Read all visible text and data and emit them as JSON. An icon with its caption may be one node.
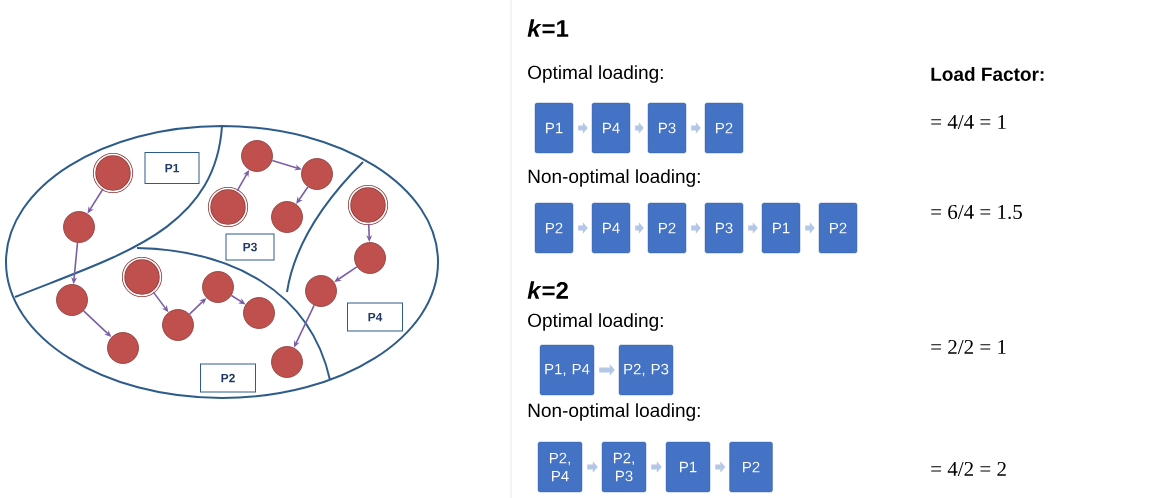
{
  "diagram": {
    "nodes": [
      {
        "text": [
          "P1"
        ]
      },
      {
        "text": [
          "P3"
        ]
      },
      {
        "text": [
          "P4"
        ]
      },
      {
        "text": [
          "P2"
        ]
      },
      {
        "text": [],
        "shape": "double-circle"
      },
      {
        "text": [],
        "shape": "circle"
      },
      {
        "text": [],
        "shape": "circle"
      },
      {
        "text": [],
        "shape": "circle"
      },
      {
        "text": [],
        "shape": "double-circle"
      },
      {
        "text": [],
        "shape": "circle"
      },
      {
        "text": [],
        "shape": "circle"
      },
      {
        "text": [],
        "shape": "circle"
      },
      {
        "text": [],
        "shape": "double-circle"
      },
      {
        "text": [],
        "shape": "circle"
      },
      {
        "text": [],
        "shape": "circle"
      },
      {
        "text": [],
        "shape": "circle"
      },
      {
        "text": [],
        "shape": "double-circle"
      },
      {
        "text": [],
        "shape": "circle"
      },
      {
        "text": [],
        "shape": "circle"
      },
      {
        "text": [],
        "shape": "circle"
      },
      {
        "text": [
          "P1"
        ]
      },
      {
        "text": [
          "P4"
        ]
      },
      {
        "text": [
          "P3"
        ]
      },
      {
        "text": [
          "P2"
        ]
      },
      {
        "text": [
          "P2"
        ]
      },
      {
        "text": [
          "P4"
        ]
      },
      {
        "text": [
          "P2"
        ]
      },
      {
        "text": [
          "P3"
        ]
      },
      {
        "text": [
          "P1"
        ]
      },
      {
        "text": [
          "P2"
        ]
      },
      {
        "text": [
          "P1, P4"
        ]
      },
      {
        "text": [
          "P2, P3"
        ]
      },
      {
        "text": [
          "P2, P4"
        ]
      },
      {
        "text": [
          "P2, P3"
        ]
      },
      {
        "text": [
          "P1"
        ]
      },
      {
        "text": [
          "P2"
        ]
      }
    ],
    "edges": [
      {
        "from": 4,
        "to": 5,
        "arrow": "to",
        "color": "#7b5ea7"
      },
      {
        "from": 5,
        "to": 6,
        "arrow": "to",
        "color": "#7b5ea7"
      },
      {
        "from": 6,
        "to": 7,
        "arrow": "to",
        "color": "#7b5ea7"
      },
      {
        "from": 8,
        "to": 9,
        "arrow": "to",
        "color": "#7b5ea7"
      },
      {
        "from": 9,
        "to": 10,
        "arrow": "to",
        "color": "#7b5ea7"
      },
      {
        "from": 10,
        "to": 11,
        "arrow": "to",
        "color": "#7b5ea7"
      },
      {
        "from": 12,
        "to": 13,
        "arrow": "to",
        "color": "#7b5ea7"
      },
      {
        "from": 13,
        "to": 14,
        "arrow": "to",
        "color": "#7b5ea7"
      },
      {
        "from": 14,
        "to": 15,
        "arrow": "to",
        "color": "#7b5ea7"
      },
      {
        "from": 16,
        "to": 17,
        "arrow": "to",
        "color": "#7b5ea7"
      },
      {
        "from": 17,
        "to": 18,
        "arrow": "to",
        "color": "#7b5ea7"
      },
      {
        "from": 18,
        "to": 19,
        "arrow": "to",
        "color": "#7b5ea7"
      },
      {
        "from": 20,
        "to": 21,
        "arrow": "to",
        "style": "thick",
        "color": "#b4c7e7"
      },
      {
        "from": 21,
        "to": 22,
        "arrow": "to",
        "style": "thick",
        "color": "#b4c7e7"
      },
      {
        "from": 22,
        "to": 23,
        "arrow": "to",
        "style": "thick",
        "color": "#b4c7e7"
      },
      {
        "from": 24,
        "to": 25,
        "arrow": "to",
        "style": "thick",
        "color": "#b4c7e7"
      },
      {
        "from": 25,
        "to": 26,
        "arrow": "to",
        "style": "thick",
        "color": "#b4c7e7"
      },
      {
        "from": 26,
        "to": 27,
        "arrow": "to",
        "style": "thick",
        "color": "#b4c7e7"
      },
      {
        "from": 27,
        "to": 28,
        "arrow": "to",
        "style": "thick",
        "color": "#b4c7e7"
      },
      {
        "from": 28,
        "to": 29,
        "arrow": "to",
        "style": "thick",
        "color": "#b4c7e7"
      },
      {
        "from": 30,
        "to": 31,
        "arrow": "to",
        "style": "thick",
        "color": "#b4c7e7"
      },
      {
        "from": 32,
        "to": 33,
        "arrow": "to",
        "style": "thick",
        "color": "#b4c7e7"
      },
      {
        "from": 33,
        "to": 34,
        "arrow": "to",
        "style": "thick",
        "color": "#b4c7e7"
      },
      {
        "from": 34,
        "to": 35,
        "arrow": "to",
        "style": "thick",
        "color": "#b4c7e7"
      }
    ],
    "labels": [
      "*k*=1",
      "Optimal loading:",
      "Load Factor:",
      "= 4/4 = 1",
      "Non-optimal loading:",
      "= 6/4 = 1.5",
      "*k*=2",
      "Optimal loading:",
      "= 2/2 = 1",
      "Non-optimal loading:",
      "= 4/2 = 2"
    ]
  }
}
